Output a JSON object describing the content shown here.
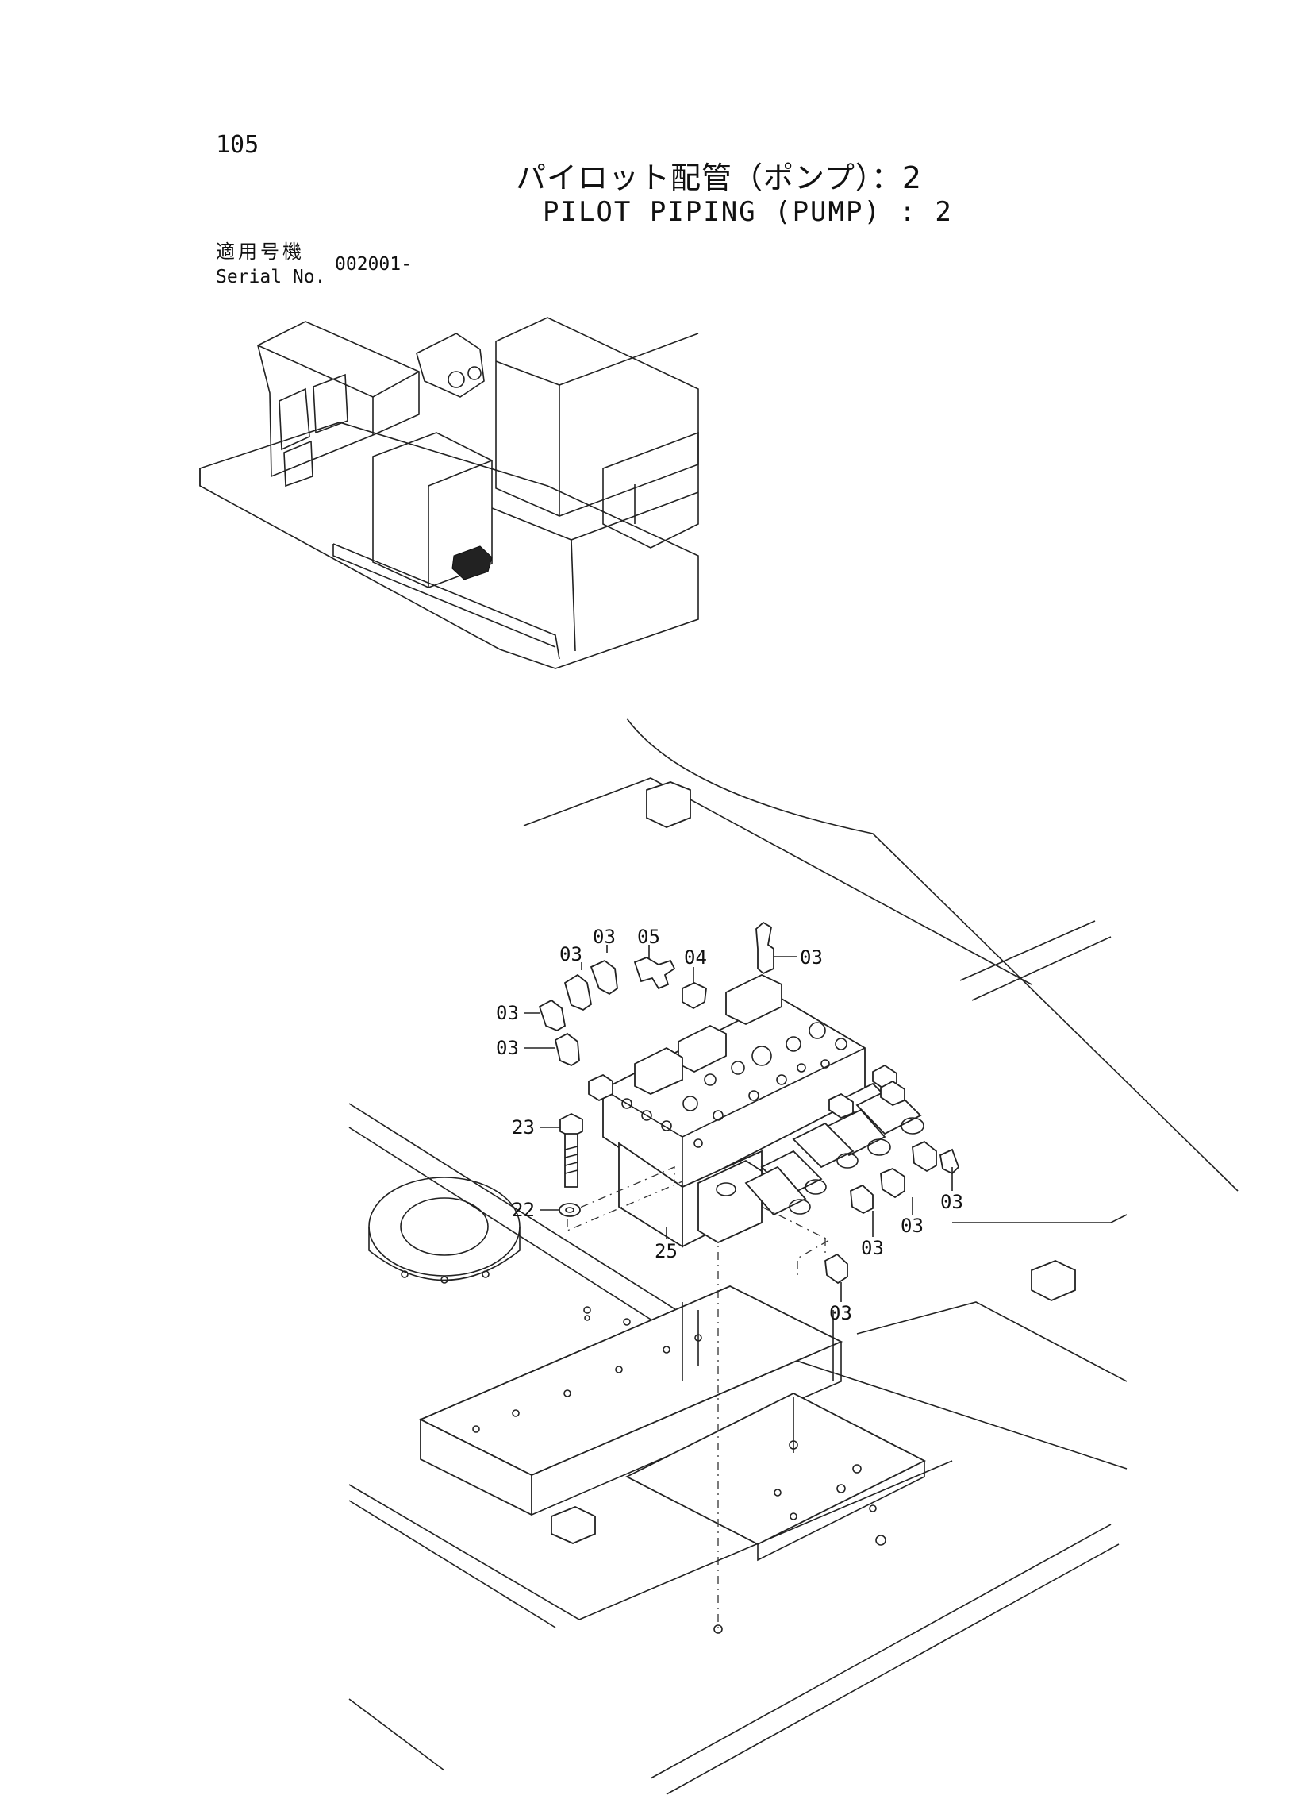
{
  "header": {
    "page_number": "105",
    "title_jp": "パイロット配管（ポンプ）：2",
    "title_en": "PILOT PIPING (PUMP) : 2",
    "serial_label_jp": "適用号機",
    "serial_label_en": "Serial No.",
    "serial_value": "002001-"
  },
  "callouts": [
    {
      "id": "c1",
      "label": "03"
    },
    {
      "id": "c2",
      "label": "03"
    },
    {
      "id": "c3",
      "label": "05"
    },
    {
      "id": "c4",
      "label": "04"
    },
    {
      "id": "c5",
      "label": "03"
    },
    {
      "id": "c6",
      "label": "03"
    },
    {
      "id": "c7",
      "label": "03"
    },
    {
      "id": "c8",
      "label": "23"
    },
    {
      "id": "c9",
      "label": "22"
    },
    {
      "id": "c10",
      "label": "25"
    },
    {
      "id": "c11",
      "label": "03"
    },
    {
      "id": "c12",
      "label": "03"
    },
    {
      "id": "c13",
      "label": "03"
    },
    {
      "id": "c14",
      "label": "03"
    }
  ]
}
